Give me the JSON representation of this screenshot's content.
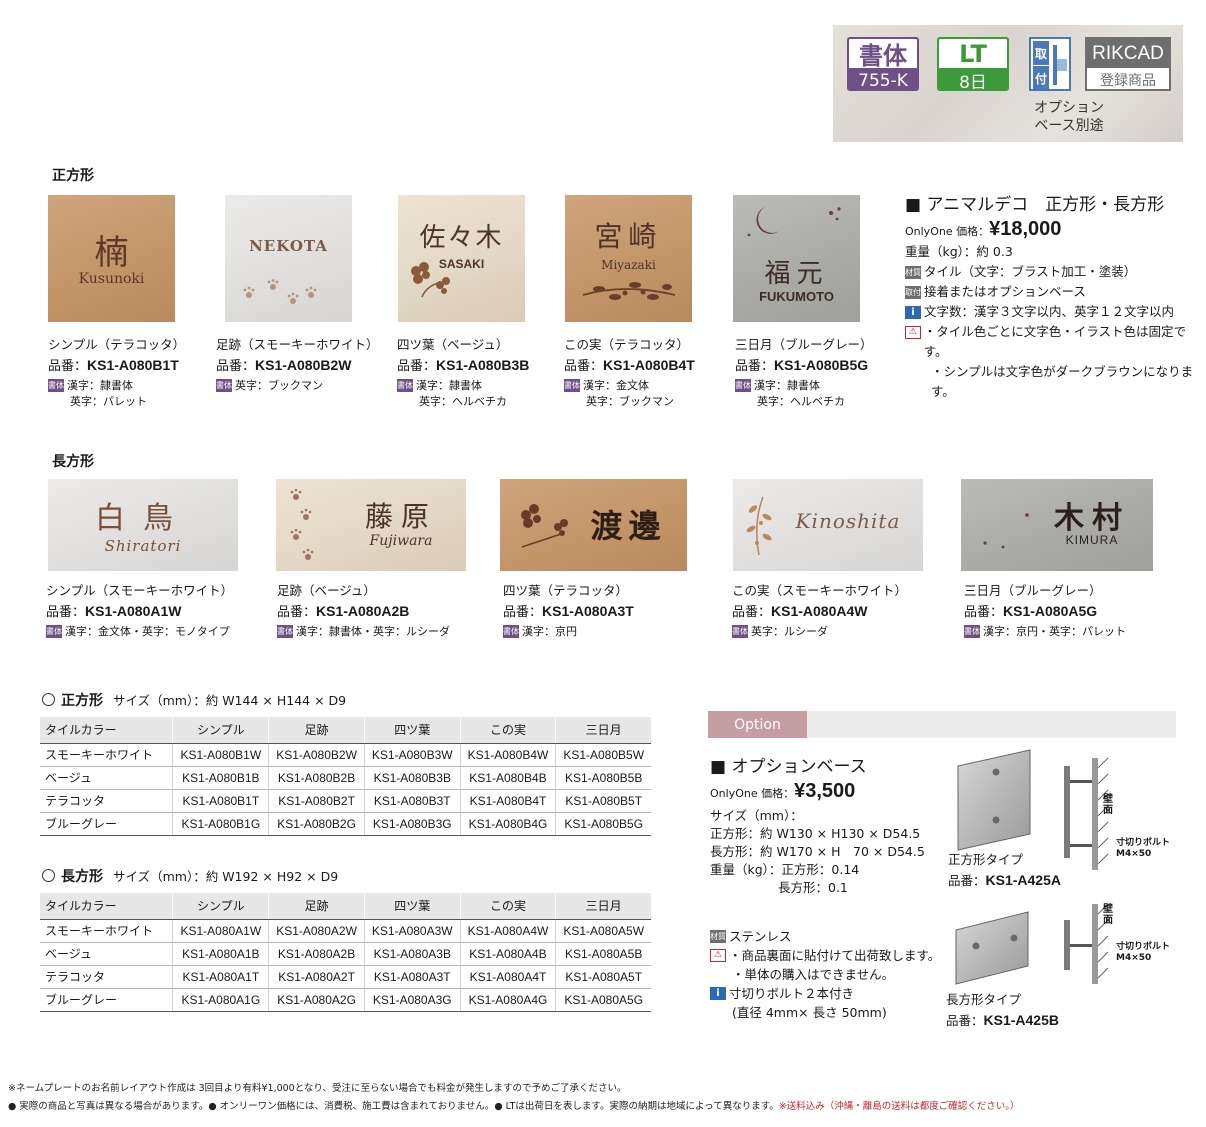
{
  "badges": {
    "shotai_top": "書体",
    "shotai_bottom": "755-K",
    "lt_top": "LT",
    "lt_bottom": "8日",
    "mount_top": "取",
    "mount_bottom": "付",
    "rikcad_top": "RIKCAD",
    "rikcad_bottom": "登録商品",
    "mount_note_1": "オプション",
    "mount_note_2": "ベース別途"
  },
  "colors": {
    "shotai": "#6e4f86",
    "lt": "#3d9a3b",
    "mount": "#4a78b8",
    "option_tab": "#c69da0",
    "warning": "#c8252c"
  },
  "square": {
    "section_label": "正方形",
    "items": [
      {
        "tile_main": "楠",
        "tile_sub": "Kusunoki",
        "name": "シンプル（テラコッタ）",
        "pn_label": "品番：",
        "pn": "KS1-A080B1T",
        "font_line1": "漢字：隷書体",
        "font_line2": "英字：パレット"
      },
      {
        "tile_main": "NEKOTA",
        "tile_sub": "",
        "name": "足跡（スモーキーホワイト）",
        "pn_label": "品番：",
        "pn": "KS1-A080B2W",
        "font_line1": "英字：ブックマン",
        "font_line2": ""
      },
      {
        "tile_main": "佐々木",
        "tile_sub": "SASAKI",
        "name": "四ツ葉（ベージュ）",
        "pn_label": "品番：",
        "pn": "KS1-A080B3B",
        "font_line1": "漢字：隷書体",
        "font_line2": "英字：ヘルベチカ"
      },
      {
        "tile_main": "宮崎",
        "tile_sub": "Miyazaki",
        "name": "この実（テラコッタ）",
        "pn_label": "品番：",
        "pn": "KS1-A080B4T",
        "font_line1": "漢字：金文体",
        "font_line2": "英字：ブックマン"
      },
      {
        "tile_main": "福元",
        "tile_sub": "FUKUMOTO",
        "name": "三日月（ブルーグレー）",
        "pn_label": "品番：",
        "pn": "KS1-A080B5G",
        "font_line1": "漢字：隷書体",
        "font_line2": "英字：ヘルベチカ"
      }
    ]
  },
  "rect": {
    "section_label": "長方形",
    "items": [
      {
        "tile_main": "白鳥",
        "tile_sub": "Shiratori",
        "name": "シンプル（スモーキーホワイト）",
        "pn_label": "品番：",
        "pn": "KS1-A080A1W",
        "font_line1": "漢字：金文体・英字：モノタイプ"
      },
      {
        "tile_main": "藤原",
        "tile_sub": "Fujiwara",
        "name": "足跡（ベージュ）",
        "pn_label": "品番：",
        "pn": "KS1-A080A2B",
        "font_line1": "漢字：隷書体・英字：ルシーダ"
      },
      {
        "tile_main": "渡邊",
        "tile_sub": "",
        "name": "四ツ葉（テラコッタ）",
        "pn_label": "品番：",
        "pn": "KS1-A080A3T",
        "font_line1": "漢字：京円"
      },
      {
        "tile_main": "Kinoshita",
        "tile_sub": "",
        "name": "この実（スモーキーホワイト）",
        "pn_label": "品番：",
        "pn": "KS1-A080A4W",
        "font_line1": "英字：ルシーダ"
      },
      {
        "tile_main": "木村",
        "tile_sub": "KIMURA",
        "name": "三日月（ブルーグレー）",
        "pn_label": "品番：",
        "pn": "KS1-A080A5G",
        "font_line1": "漢字：京円・英字：パレット"
      }
    ]
  },
  "mini_badge": {
    "shotai": "書体",
    "material": "材質",
    "mount": "取付",
    "info": "i",
    "warn": "⚠"
  },
  "info": {
    "title": "■ アニマルデコ　正方形・長方形",
    "price_label": "OnlyOne 価格：",
    "price": "¥18,000",
    "weight": "重量（kg）：約 0.3",
    "material": "タイル（文字：ブラスト加工・塗装）",
    "mount": "接着またはオプションベース",
    "chars": "文字数：漢字３文字以内、英字１２文字以内",
    "note1": "・タイル色ごとに文字色・イラスト色は固定です。",
    "note2": "・シンプルは文字色がダークブラウンになります。"
  },
  "tables": {
    "square_title": "正方形",
    "square_size": "サイズ（mm）：約 W144 × H144 × D9",
    "rect_title": "長方形",
    "rect_size": "サイズ（mm）：約 W192 × H92 × D9",
    "headers": [
      "タイルカラー",
      "シンプル",
      "足跡",
      "四ツ葉",
      "この実",
      "三日月"
    ],
    "square_rows": [
      [
        "スモーキーホワイト",
        "KS1-A080B1W",
        "KS1-A080B2W",
        "KS1-A080B3W",
        "KS1-A080B4W",
        "KS1-A080B5W"
      ],
      [
        "ベージュ",
        "KS1-A080B1B",
        "KS1-A080B2B",
        "KS1-A080B3B",
        "KS1-A080B4B",
        "KS1-A080B5B"
      ],
      [
        "テラコッタ",
        "KS1-A080B1T",
        "KS1-A080B2T",
        "KS1-A080B3T",
        "KS1-A080B4T",
        "KS1-A080B5T"
      ],
      [
        "ブルーグレー",
        "KS1-A080B1G",
        "KS1-A080B2G",
        "KS1-A080B3G",
        "KS1-A080B4G",
        "KS1-A080B5G"
      ]
    ],
    "rect_rows": [
      [
        "スモーキーホワイト",
        "KS1-A080A1W",
        "KS1-A080A2W",
        "KS1-A080A3W",
        "KS1-A080A4W",
        "KS1-A080A5W"
      ],
      [
        "ベージュ",
        "KS1-A080A1B",
        "KS1-A080A2B",
        "KS1-A080A3B",
        "KS1-A080A4B",
        "KS1-A080A5B"
      ],
      [
        "テラコッタ",
        "KS1-A080A1T",
        "KS1-A080A2T",
        "KS1-A080A3T",
        "KS1-A080A4T",
        "KS1-A080A5T"
      ],
      [
        "ブルーグレー",
        "KS1-A080A1G",
        "KS1-A080A2G",
        "KS1-A080A3G",
        "KS1-A080A4G",
        "KS1-A080A5G"
      ]
    ]
  },
  "option": {
    "tab": "Option",
    "title": "■ オプションベース",
    "price_label": "OnlyOne 価格：",
    "price": "¥3,500",
    "size_label": "サイズ（mm）：",
    "size_sq": "正方形：約 W130 × H130 × D54.5",
    "size_rc": "長方形：約 W170 × H　70 × D54.5",
    "weight_sq": "重量（kg）：正方形：0.14",
    "weight_rc": "長方形：0.1",
    "material": "ステンレス",
    "warn1": "・商品裏面に貼付けて出荷致します。",
    "warn2": "・単体の購入はできません。",
    "bolt1": "寸切りボルト２本付き",
    "bolt2": "(直径 4mm× 長さ 50mm)",
    "sq_type": "正方形タイプ",
    "sq_pn_label": "品番：",
    "sq_pn": "KS1-A425A",
    "rc_type": "長方形タイプ",
    "rc_pn_label": "品番：",
    "rc_pn": "KS1-A425B",
    "wall": "壁面",
    "bolt_label": "寸切りボルト",
    "bolt_size": "M4×50"
  },
  "footer": {
    "line1": "※ネームプレートのお名前レイアウト作成は 3回目より有料¥1,000となり、受注に至らない場合でも料金が発生しますので予めご了承ください。",
    "line2": "● 実際の商品と写真は異なる場合があります。● オンリーワン価格には、消費税、施工費は含まれておりません。● LTは出荷日を表します。実際の納期は地域によって異なります。",
    "line2_red": "※送料込み（沖縄・離島の送料は都度ご確認ください。）"
  }
}
